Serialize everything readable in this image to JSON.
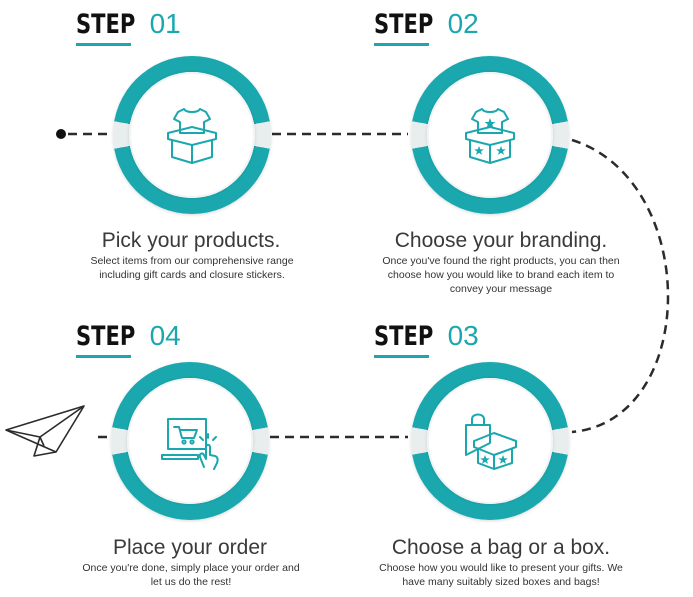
{
  "steps": [
    {
      "step_word": "STEP",
      "step_number": "01",
      "title": "Pick your products.",
      "description": "Select items from our comprehensive range including gift cards and closure stickers.",
      "icon": "tshirt-box-icon"
    },
    {
      "step_word": "STEP",
      "step_number": "02",
      "title": "Choose your branding.",
      "description": "Once you've found the right products, you can then choose how you would like to brand each item to convey your message",
      "icon": "branded-tshirt-box-icon"
    },
    {
      "step_word": "STEP",
      "step_number": "03",
      "title": "Choose a bag or a box.",
      "description": "Choose how you would like to present your gifts. We have many suitably sized boxes and bags!",
      "icon": "bag-and-box-icon"
    },
    {
      "step_word": "STEP",
      "step_number": "04",
      "title": "Place your order",
      "description": "Once you're done, simply place your order and let us do the rest!",
      "icon": "laptop-cart-click-icon"
    }
  ],
  "colors": {
    "accent": "#1aa8ae",
    "heading": "#111111",
    "text": "#3a3a3a",
    "ring_highlight": "#e8eded",
    "connector": "#2b2b2b"
  },
  "decorations": {
    "start_marker": "dot-icon",
    "end_marker": "paper-plane-icon"
  }
}
